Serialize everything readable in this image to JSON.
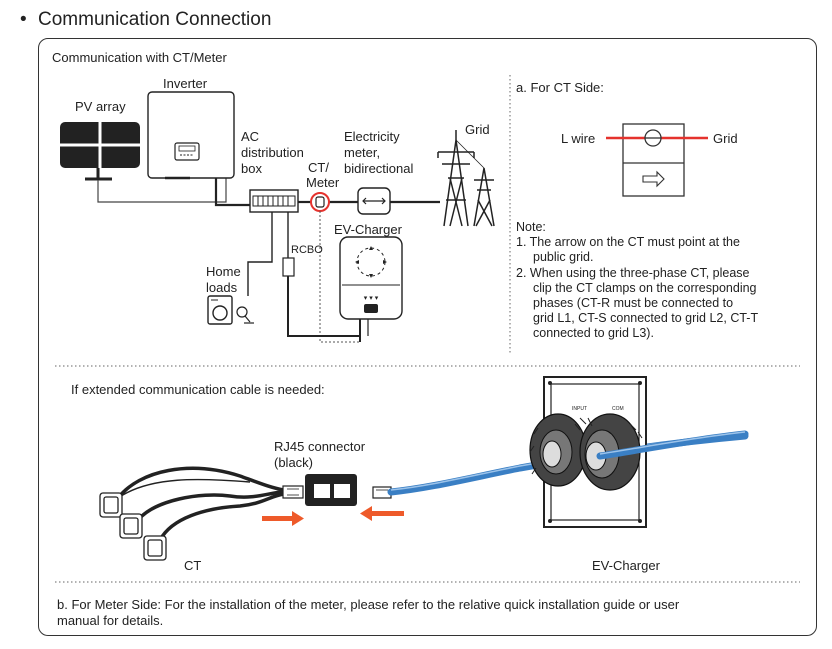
{
  "heading": "Communication Connection",
  "top_panel": {
    "title": "Communication with CT/Meter",
    "labels": {
      "pv_array": "PV array",
      "inverter": "Inverter",
      "ac_box_1": "AC",
      "ac_box_2": "distribution",
      "ac_box_3": "box",
      "ct_meter_1": "CT/",
      "ct_meter_2": "Meter",
      "elec_1": "Electricity",
      "elec_2": "meter,",
      "elec_3": "bidirectional",
      "grid": "Grid",
      "rcbo": "RCBO",
      "ev_charger": "EV-Charger",
      "home_1": "Home",
      "home_2": "loads"
    }
  },
  "ct_side": {
    "title": "a. For CT Side:",
    "l_wire": "L wire",
    "grid": "Grid",
    "note_title": "Note:",
    "note_1a": "1. The arrow on the CT must point at the",
    "note_1b": "public grid.",
    "note_2a": "2. When using the three-phase CT, please",
    "note_2b": "clip the CT clamps on the corresponding",
    "note_2c": "phases (CT-R must be connected to",
    "note_2d": "grid L1, CT-S connected to grid L2, CT-T",
    "note_2e": "connected to grid L3)."
  },
  "extended": {
    "title": "If extended communication cable is needed:",
    "rj45_1": "RJ45 connector",
    "rj45_2": "(black)",
    "ct": "CT",
    "ev_charger": "EV-Charger",
    "plate_input": "INPUT",
    "plate_com": "COM"
  },
  "meter_side": {
    "line1": "b. For Meter Side: For the installation of the meter, please refer to the relative quick installation guide or user",
    "line2": "manual for details."
  },
  "colors": {
    "accent_red": "#e5322d",
    "arrow_orange": "#ee5a2a",
    "cable_blue": "#3a7fc4"
  }
}
